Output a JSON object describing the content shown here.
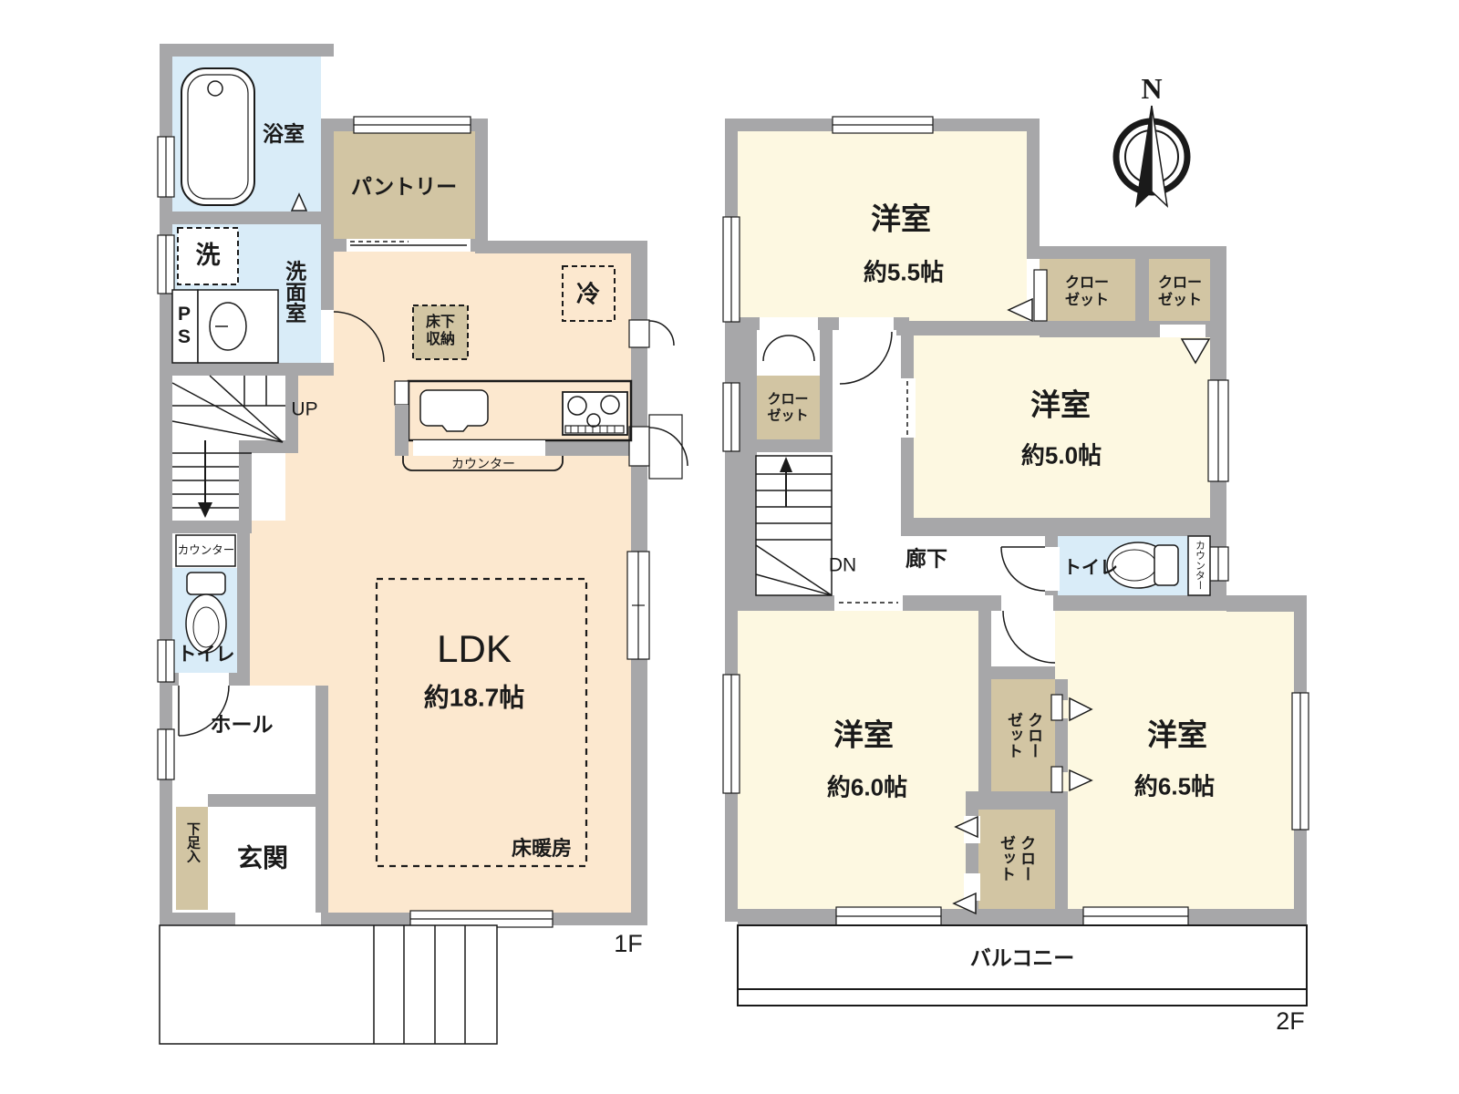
{
  "palette": {
    "wall": "#a7a7a9",
    "floor_ldk": "#fce8cf",
    "floor_room": "#fdf8e1",
    "floor_wet": "#d9ecf8",
    "storage": "#d2c5a3",
    "line": "#1a1a1a"
  },
  "f1": {
    "label": "1F",
    "bath": "浴室",
    "pantry": "パントリー",
    "wash": "洗",
    "washroom": "洗面室",
    "ps": "P\nS",
    "underfloor": "床下\n収納",
    "fridge": "冷",
    "up": "UP",
    "kitchen_counter": "カウンター",
    "toilet_counter": "カウンター",
    "toilet": "トイレ",
    "hall": "ホール",
    "shoe": "下足入",
    "entrance": "玄関",
    "ldk": "LDK",
    "ldk_size": "約18.7帖",
    "heating": "床暖房"
  },
  "f2": {
    "label": "2F",
    "compass": "N",
    "room55": "洋室",
    "room55_size": "約5.5帖",
    "closet1": "クロー\nゼット",
    "closet2": "クロー\nゼット",
    "closet_stair": "クロー\nゼット",
    "room50": "洋室",
    "room50_size": "約5.0帖",
    "dn": "DN",
    "corridor": "廊下",
    "toilet": "トイレ",
    "toilet_counter": "カウンター",
    "room60": "洋室",
    "room60_size": "約6.0帖",
    "closet_a": "クローゼット",
    "closet_b": "クローゼット",
    "room65": "洋室",
    "room65_size": "約6.5帖",
    "balcony": "バルコニー"
  }
}
